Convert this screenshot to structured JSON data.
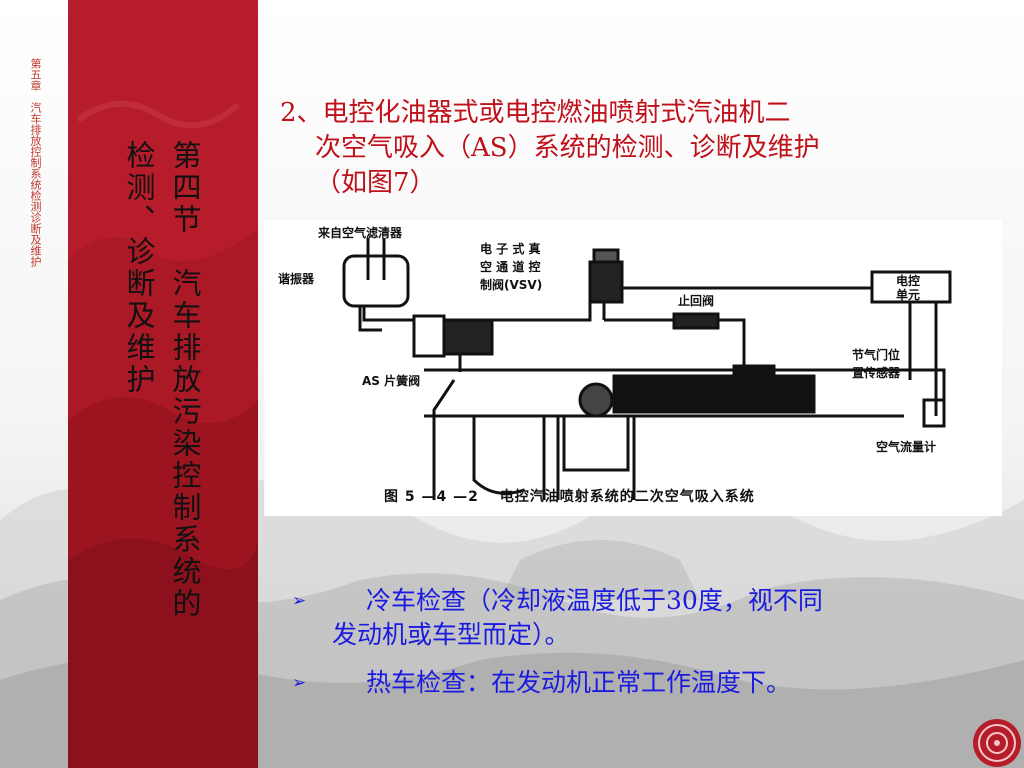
{
  "sidebar": {
    "chapter_caption": "第五章　汽车排放控制系统检测诊断及维护",
    "section_title_col1": "第四节　汽车排放污染控制系统的",
    "section_title_col2": "检测、诊断及维护"
  },
  "heading": {
    "line1": "2、电控化油器式或电控燃油喷射式汽油机二",
    "line2": "次空气吸入（AS）系统的检测、诊断及维护",
    "line3": "（如图7）"
  },
  "figure": {
    "labels": {
      "air_filter": "来自空气滤清器",
      "resonator": "谐振器",
      "vsv_1": "电 子 式 真",
      "vsv_2": "空 通 道 控",
      "vsv_3": "制阀(VSV)",
      "check_valve": "止回阀",
      "ecu_1": "电控",
      "ecu_2": "单元",
      "reed_valve": "AS 片簧阀",
      "throttle_1": "节气门位",
      "throttle_2": "置传感器",
      "airflow_meter": "空气流量计"
    },
    "caption": "图 5 —4 —2　  电控汽油喷射系统的二次空气吸入系统"
  },
  "bullets": [
    {
      "marker": "➢",
      "line1": "冷车检查（冷却液温度低于30度，视不同",
      "line2": "发动机或车型而定）。"
    },
    {
      "marker": "➢",
      "line1": "热车检查：在发动机正常工作温度下。",
      "line2": ""
    }
  ],
  "colors": {
    "accent_red": "#b71c2b",
    "heading_red": "#c0101a",
    "bullet_blue": "#1a1ae0"
  }
}
